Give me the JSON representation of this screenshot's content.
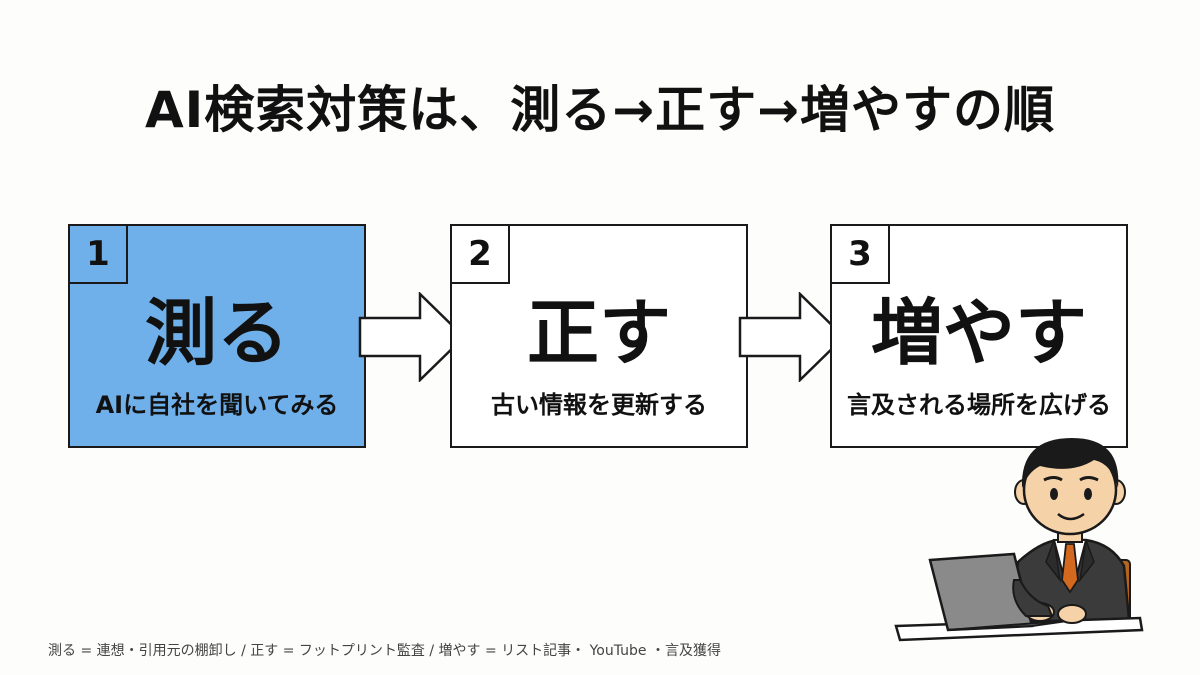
{
  "title": "AI検索対策は、測る→正す→増やすの順",
  "steps": [
    {
      "number": "1",
      "heading": "測る",
      "subtitle": "AIに自社を聞いてみる",
      "highlighted": true
    },
    {
      "number": "2",
      "heading": "正す",
      "subtitle": "古い情報を更新する",
      "highlighted": false
    },
    {
      "number": "3",
      "heading": "増やす",
      "subtitle": "言及される場所を広げる",
      "highlighted": false
    }
  ],
  "footnote": "測る = 連想・引用元の棚卸し / 正す = フットプリント監査 / 増やす = リスト記事・ YouTube ・言及獲得",
  "colors": {
    "highlight": "#6fb0ea",
    "border": "#1a1a1a",
    "background": "#fdfdfc"
  }
}
